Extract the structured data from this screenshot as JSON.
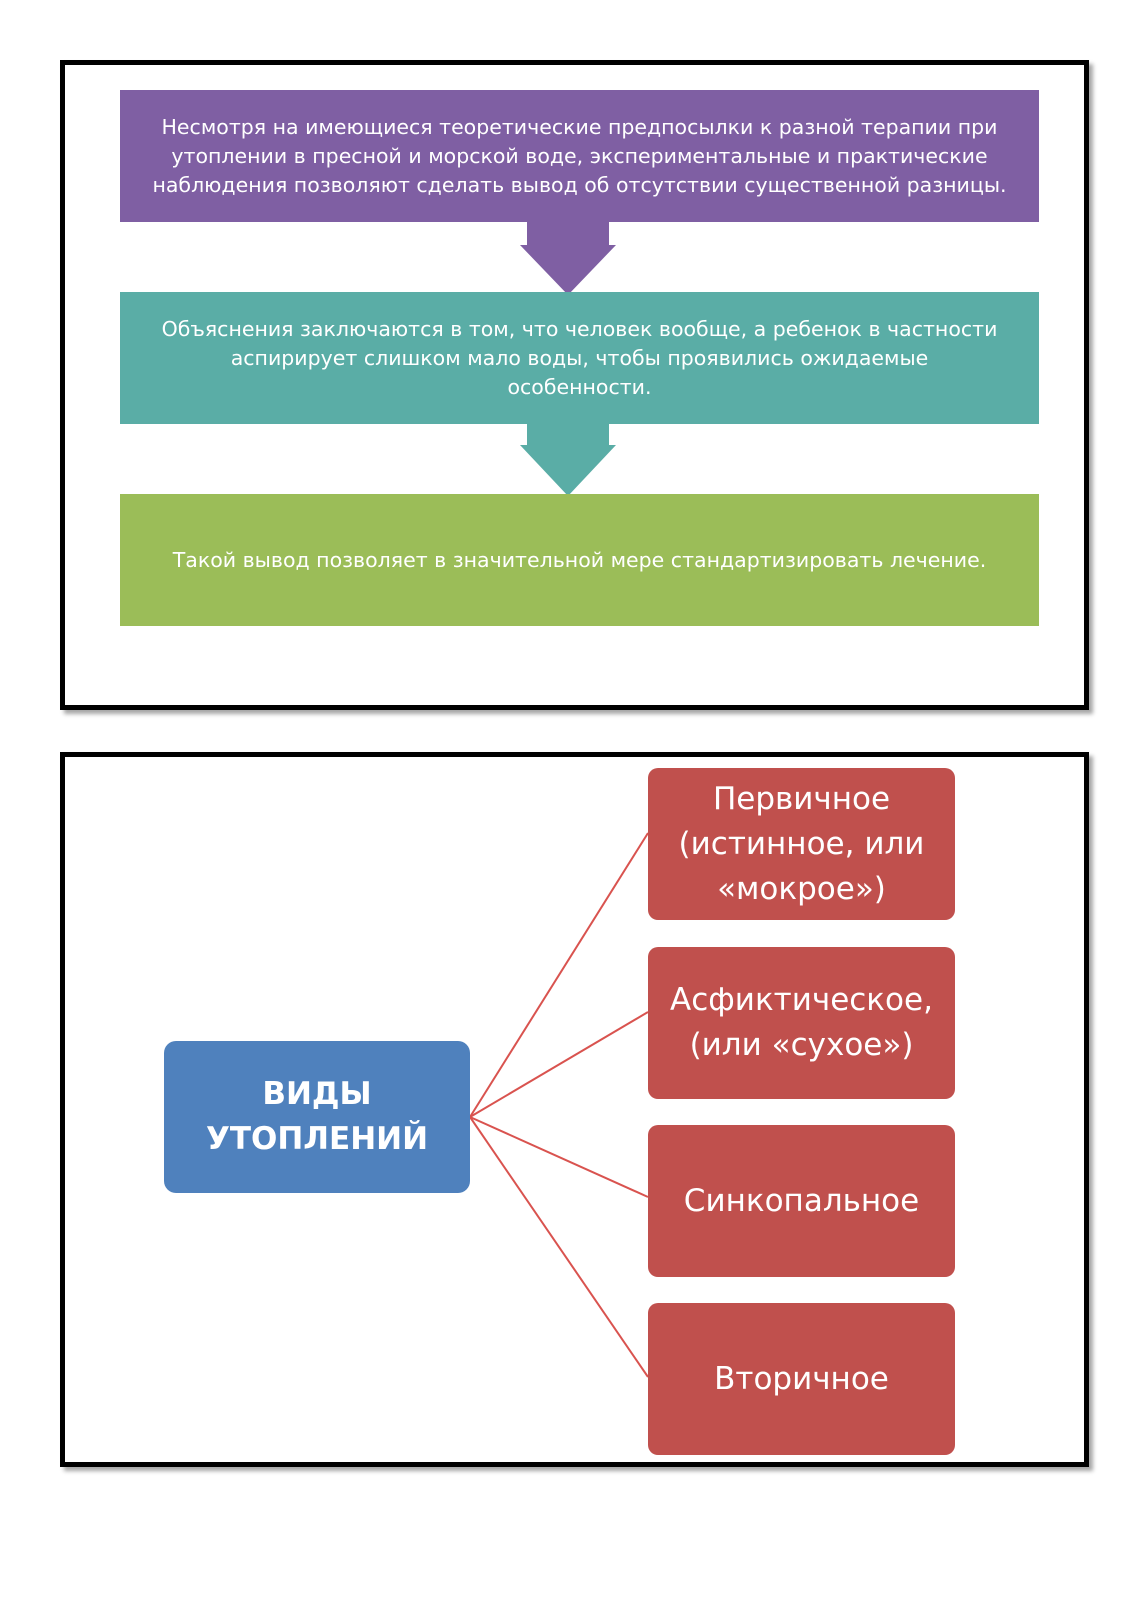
{
  "colors": {
    "purple": "#7f5fa3",
    "teal": "#5aada6",
    "green": "#9bbd58",
    "blue": "#4f81bd",
    "red": "#c0504d",
    "connector": "#d9534f"
  },
  "flow": {
    "step1": {
      "lines": [
        "Несмотря на имеющиеся теоретические предпосылки к разной терапии при",
        "утоплении в пресной и морской воде, экспериментальные и практические",
        "наблюдения позволяют сделать вывод об отсутствии существенной разницы."
      ]
    },
    "step2": {
      "lines": [
        "Объяснения заключаются в том, что человек вообще, а ребенок в частности",
        "аспирирует слишком мало воды, чтобы проявились ожидаемые",
        "особенности."
      ]
    },
    "step3": {
      "lines": [
        "Такой вывод позволяет в значительной мере стандартизировать лечение."
      ]
    }
  },
  "types": {
    "main": {
      "lines": [
        "ВИДЫ",
        "УТОПЛЕНИЙ"
      ]
    },
    "items": [
      {
        "lines": [
          "Первичное",
          "(истинное, или",
          "«мокрое»)"
        ]
      },
      {
        "lines": [
          "Асфиктическое,",
          "(или «сухое»)"
        ]
      },
      {
        "lines": [
          "Синкопальное"
        ]
      },
      {
        "lines": [
          "Вторичное"
        ]
      }
    ]
  }
}
